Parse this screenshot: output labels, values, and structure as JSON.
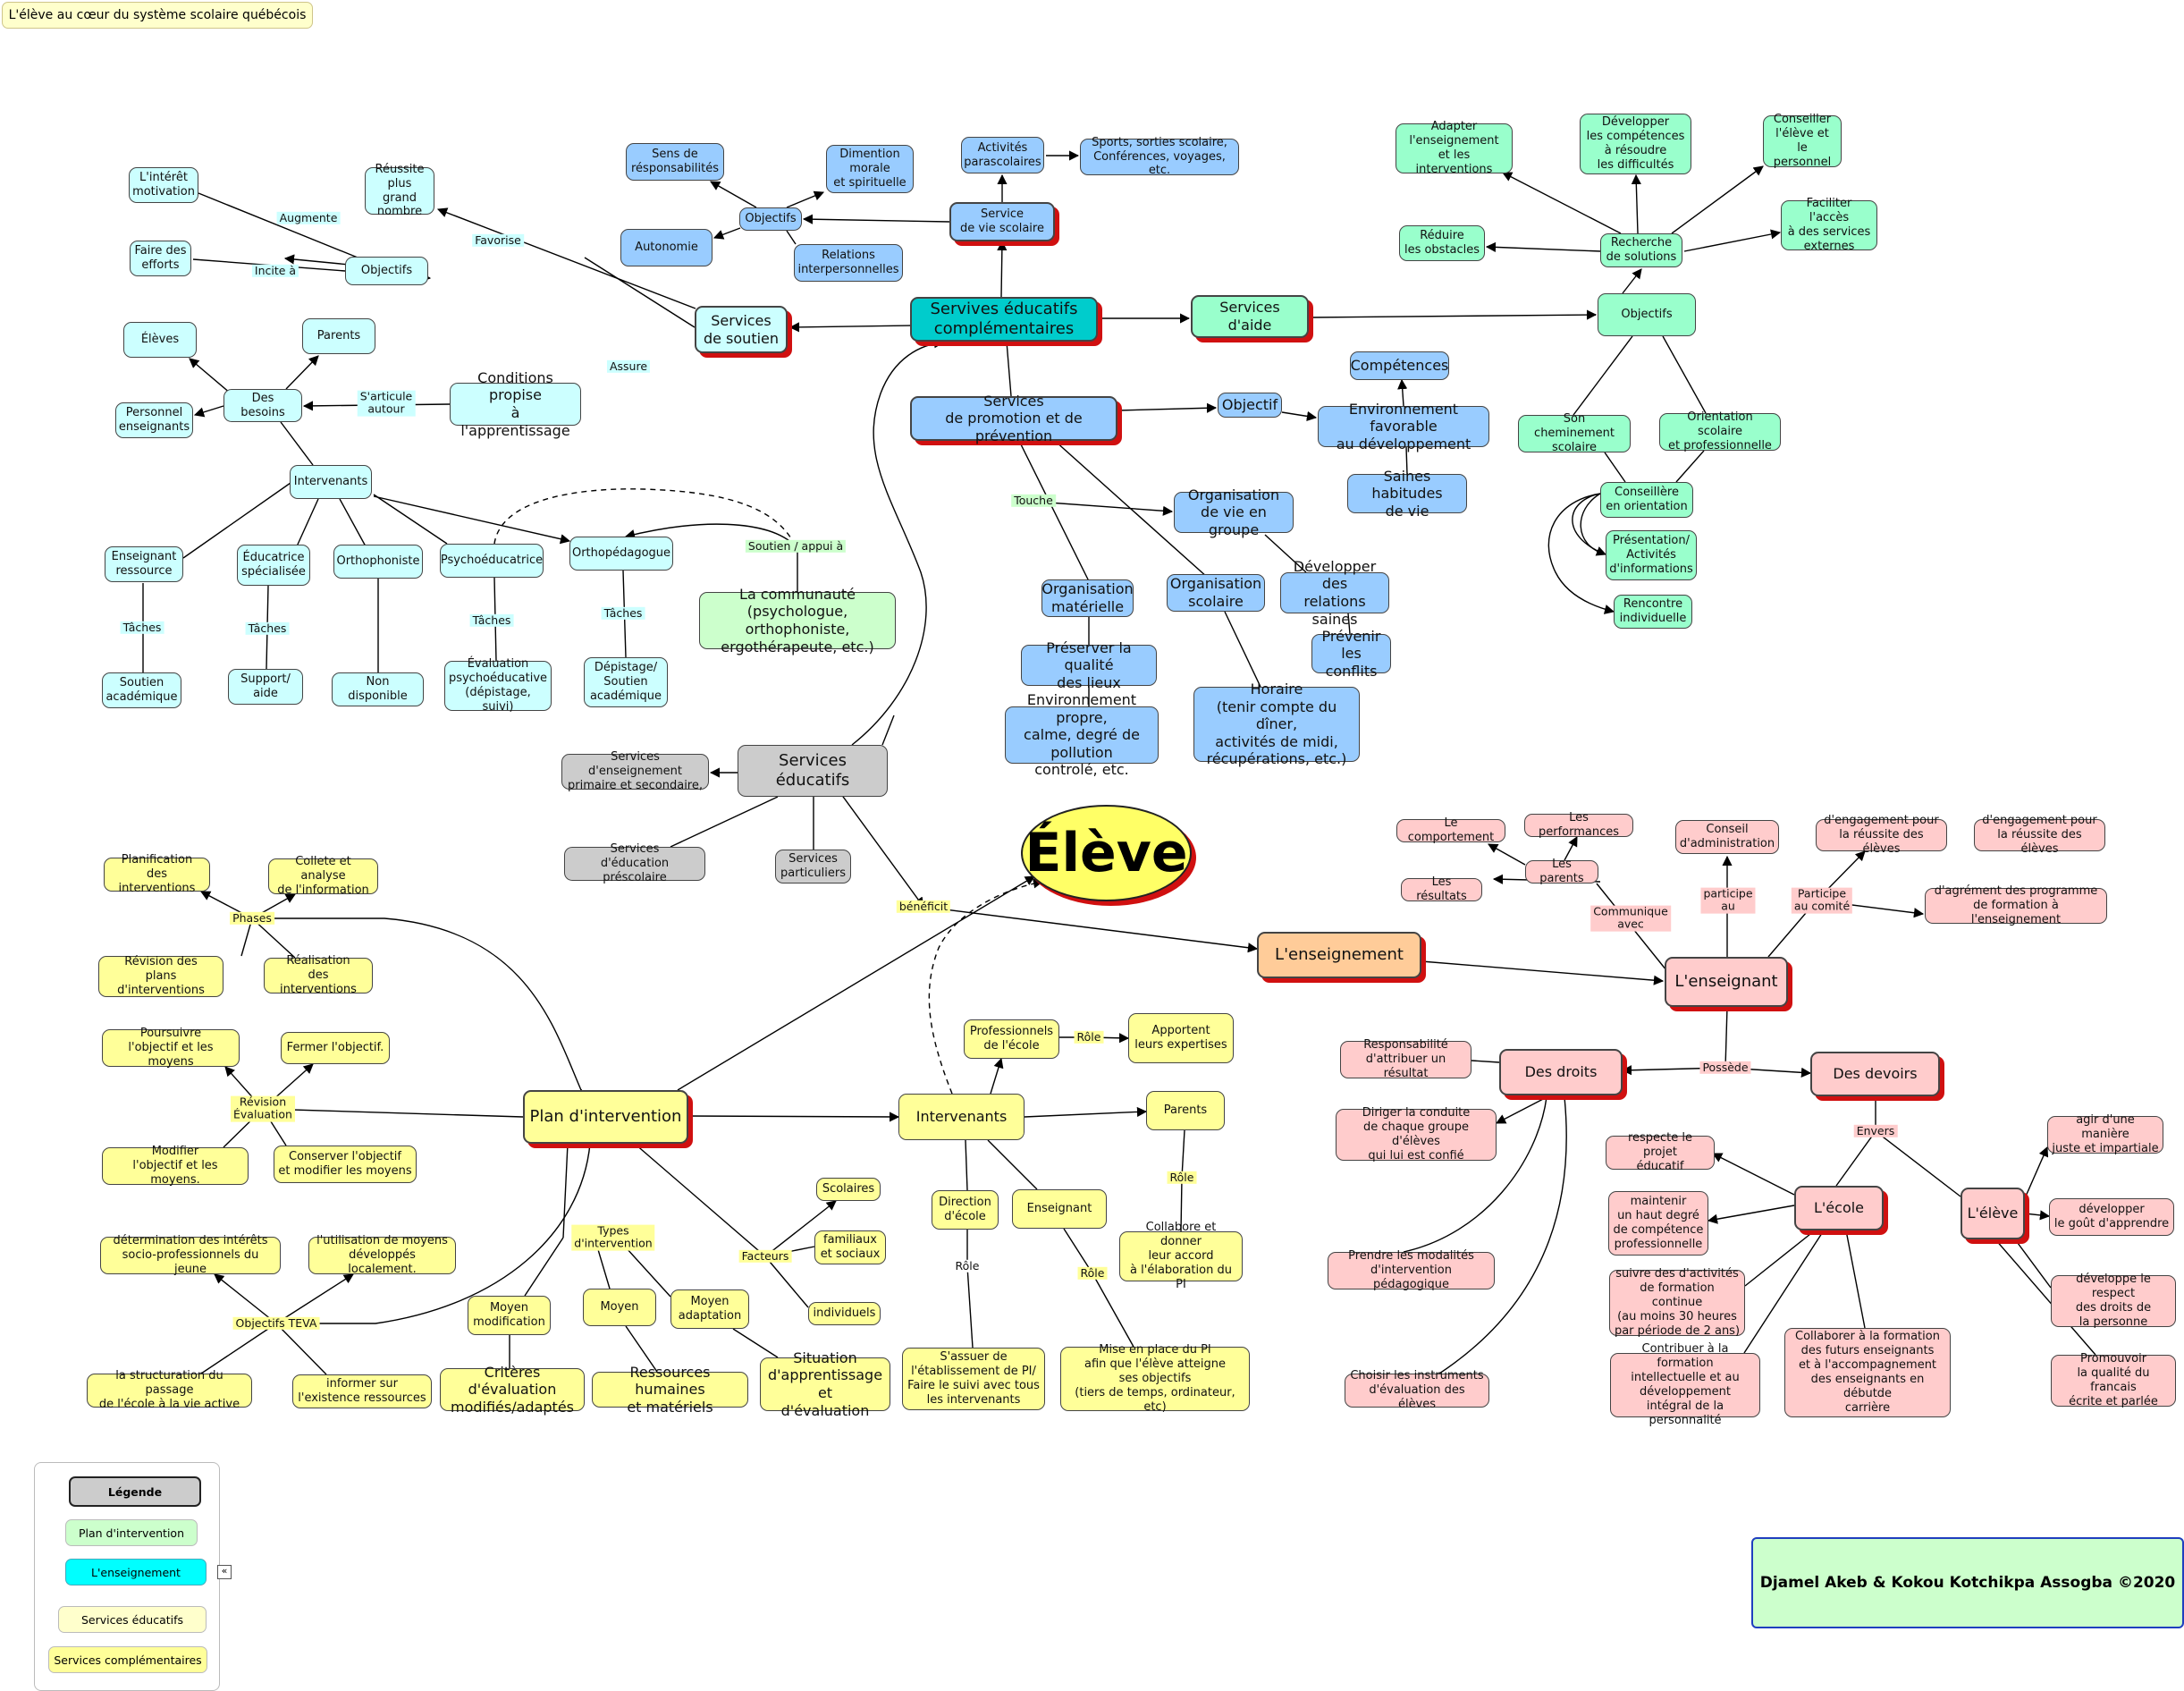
{
  "title": "L'élève au cœur du système scolaire québécois",
  "center": "Élève",
  "credits": "Djamel Akeb & Kokou Kotchikpa Assogba ©2020",
  "legend": {
    "title": "Légende",
    "items": [
      "Plan d'intervention",
      "L'enseignement",
      "Services éducatifs",
      "Services complémentaires"
    ],
    "collapse_symbol": "«"
  },
  "nodes": [
    {
      "id": "sec",
      "text": "Servives éducatifs\ncomplémentaires",
      "color": "teal"
    },
    {
      "id": "vie",
      "text": "Service\nde vie scolaire",
      "color": "blue"
    },
    {
      "id": "act",
      "text": "Activités\nparascolaires",
      "color": "blue"
    },
    {
      "id": "sports",
      "text": "Sports, sorties scolaire,\nConférences, voyages, etc.",
      "color": "blue"
    },
    {
      "id": "objv",
      "text": "Objectifs",
      "color": "blue"
    },
    {
      "id": "sens",
      "text": "Sens de\nrésponsabilités",
      "color": "blue"
    },
    {
      "id": "dim",
      "text": "Dimention\nmorale\net spirituelle",
      "color": "blue"
    },
    {
      "id": "auto",
      "text": "Autonomie",
      "color": "blue"
    },
    {
      "id": "rel",
      "text": "Relations\ninterpersonnelles",
      "color": "blue"
    },
    {
      "id": "aide",
      "text": "Services\nd'aide",
      "color": "mint"
    },
    {
      "id": "obja",
      "text": "Objectifs",
      "color": "mint"
    },
    {
      "id": "rech",
      "text": "Recherche\nde solutions",
      "color": "mint"
    },
    {
      "id": "adapt",
      "text": "Adapter\nl'enseignement\net les interventions",
      "color": "mint"
    },
    {
      "id": "devc",
      "text": "Développer\nles compétences\nà résoudre\nles difficultés",
      "color": "mint"
    },
    {
      "id": "cons",
      "text": "Conseiller\nl'élève et\nle personnel",
      "color": "mint"
    },
    {
      "id": "fac",
      "text": "Faciliter l'accès\nà des services\nexternes",
      "color": "mint"
    },
    {
      "id": "red",
      "text": "Réduire\nles obstacles",
      "color": "mint"
    },
    {
      "id": "chem",
      "text": "Son cheminement\nscolaire",
      "color": "mint"
    },
    {
      "id": "orient",
      "text": "Orientation scolaire\net professionnelle",
      "color": "mint"
    },
    {
      "id": "consor",
      "text": "Conseillère\nen orientation",
      "color": "mint"
    },
    {
      "id": "pres",
      "text": "Présentation/\nActivités\nd'informations",
      "color": "mint"
    },
    {
      "id": "renc",
      "text": "Rencontre\nindividuelle",
      "color": "mint"
    },
    {
      "id": "prom",
      "text": "Services\nde promotion et de prévention",
      "color": "blue"
    },
    {
      "id": "objp",
      "text": "Objectif",
      "color": "blue"
    },
    {
      "id": "env",
      "text": "Environnement favorable\nau développement",
      "color": "blue"
    },
    {
      "id": "comp",
      "text": "Compétences",
      "color": "blue"
    },
    {
      "id": "saines",
      "text": "Saines habitudes\nde vie",
      "color": "blue"
    },
    {
      "id": "orgvie",
      "text": "Organisation\nde vie en groupe",
      "color": "blue"
    },
    {
      "id": "devrel",
      "text": "Développer des\nrelations saines",
      "color": "blue"
    },
    {
      "id": "prev",
      "text": "Prévenir\nles conflits",
      "color": "blue"
    },
    {
      "id": "orgmat",
      "text": "Organisation\nmatérielle",
      "color": "blue"
    },
    {
      "id": "orgsco",
      "text": "Organisation\nscolaire",
      "color": "blue"
    },
    {
      "id": "pres2",
      "text": "Préserver la qualité\ndes lieux",
      "color": "blue"
    },
    {
      "id": "envp",
      "text": "Environnement propre,\ncalme, degré de pollution\ncontrolé, etc.",
      "color": "blue"
    },
    {
      "id": "hor",
      "text": "Horaire\n(tenir compte du dîner,\nactivités de midi,\nrécupérations, etc.)",
      "color": "blue"
    },
    {
      "id": "sout",
      "text": "Services\nde soutien",
      "color": "cyan"
    },
    {
      "id": "objs",
      "text": "Objectifs",
      "color": "cyan"
    },
    {
      "id": "reus",
      "text": "Réussite\nplus grand\nnombre",
      "color": "cyan"
    },
    {
      "id": "inter",
      "text": "L'intérêt\nmotivation",
      "color": "cyan"
    },
    {
      "id": "faire",
      "text": "Faire des\nefforts",
      "color": "cyan"
    },
    {
      "id": "cond",
      "text": "Conditions propise\nà l'apprentissage",
      "color": "cyan"
    },
    {
      "id": "bes",
      "text": "Des besoins",
      "color": "cyan"
    },
    {
      "id": "elev",
      "text": "Élèves",
      "color": "cyan"
    },
    {
      "id": "par",
      "text": "Parents",
      "color": "cyan"
    },
    {
      "id": "pers",
      "text": "Personnel\nenseignants",
      "color": "cyan"
    },
    {
      "id": "intv",
      "text": "Intervenants",
      "color": "cyan"
    },
    {
      "id": "ensr",
      "text": "Enseignant\nressource",
      "color": "cyan"
    },
    {
      "id": "educ",
      "text": "Éducatrice\nspécialisée",
      "color": "cyan"
    },
    {
      "id": "ortho",
      "text": "Orthophoniste",
      "color": "cyan"
    },
    {
      "id": "psy",
      "text": "Psychoéducatrice",
      "color": "cyan"
    },
    {
      "id": "orthp",
      "text": "Orthopédagogue",
      "color": "cyan"
    },
    {
      "id": "souta",
      "text": "Soutien\nacadémique",
      "color": "cyan"
    },
    {
      "id": "supp",
      "text": "Support/\naide",
      "color": "cyan"
    },
    {
      "id": "nondisp",
      "text": "Non disponible",
      "color": "cyan"
    },
    {
      "id": "evalp",
      "text": "Évaluation\npsychoéducative\n(dépistage, suivi)",
      "color": "cyan"
    },
    {
      "id": "dep",
      "text": "Dépistage/\nSoutien\nacadémique",
      "color": "cyan"
    },
    {
      "id": "comm",
      "text": "La communauté\n(psychologue, orthophoniste,\nergothérapeute, etc.)",
      "color": "lgreen"
    },
    {
      "id": "sed",
      "text": "Services éducatifs",
      "color": "gray"
    },
    {
      "id": "seps",
      "text": "Services d'enseignement\nprimaire et secondaire,",
      "color": "gray"
    },
    {
      "id": "sepre",
      "text": "Services\nd'éducation préscolaire",
      "color": "gray"
    },
    {
      "id": "spart",
      "text": "Services\nparticuliers",
      "color": "gray"
    },
    {
      "id": "ensmt",
      "text": "L'enseignement",
      "color": "peach"
    },
    {
      "id": "ensgt",
      "text": "L'enseignant",
      "color": "pink"
    },
    {
      "id": "parents2",
      "text": "Les parents",
      "color": "pink"
    },
    {
      "id": "compo",
      "text": "Le comportement",
      "color": "pink"
    },
    {
      "id": "perf",
      "text": "Les performances",
      "color": "pink"
    },
    {
      "id": "resu",
      "text": "Les résultats",
      "color": "pink"
    },
    {
      "id": "conad",
      "text": "Conseil\nd'administration",
      "color": "pink"
    },
    {
      "id": "eng1",
      "text": "d'engagement pour\nla réussite des élèves",
      "color": "pink"
    },
    {
      "id": "eng2",
      "text": "d'engagement pour\nla réussite des élèves",
      "color": "pink"
    },
    {
      "id": "agr",
      "text": "d'agrément des programme\nde formation à l'enseignement",
      "color": "pink"
    },
    {
      "id": "droits",
      "text": "Des droits",
      "color": "pink"
    },
    {
      "id": "devoirs",
      "text": "Des devoirs",
      "color": "pink"
    },
    {
      "id": "resp",
      "text": "Responsabilité\nd'attribuer un résultat",
      "color": "pink"
    },
    {
      "id": "dirig",
      "text": "Diriger la conduite\nde chaque groupe d'élèves\nqui lui est confié",
      "color": "pink"
    },
    {
      "id": "modal",
      "text": "Prendre les modalités\nd'intervention pédagogique",
      "color": "pink"
    },
    {
      "id": "instr",
      "text": "Choisir les instruments\nd'évaluation des élèves",
      "color": "pink"
    },
    {
      "id": "ecole",
      "text": "L'école",
      "color": "pink"
    },
    {
      "id": "eleve3",
      "text": "L'élève",
      "color": "pink"
    },
    {
      "id": "respp",
      "text": "respecte le projet\néducatif",
      "color": "pink"
    },
    {
      "id": "maint",
      "text": "maintenir\nun haut degré\nde compétence\nprofessionnelle",
      "color": "pink"
    },
    {
      "id": "suivre",
      "text": "suivre des d'activités\nde formation continue\n(au moins 30 heures\npar période de 2 ans)",
      "color": "pink"
    },
    {
      "id": "contr",
      "text": "Contribuer à la formation\nintellectuelle et au\ndéveloppement\nintégral de la personnalité",
      "color": "pink"
    },
    {
      "id": "collab",
      "text": "Collaborer à la formation\ndes futurs enseignants\net à l'accompagnement\ndes enseignants en débutde\ncarrière",
      "color": "pink"
    },
    {
      "id": "agir",
      "text": "agir d'une manière\njuste et impartiale",
      "color": "pink"
    },
    {
      "id": "devg",
      "text": "développer\nle goût d'apprendre",
      "color": "pink"
    },
    {
      "id": "devr",
      "text": "développe le respect\ndes droits de\nla personne",
      "color": "pink"
    },
    {
      "id": "promq",
      "text": "Promouvoir\nla qualité du francais\nécrite et parlée",
      "color": "pink"
    },
    {
      "id": "plan",
      "text": "Plan d'intervention",
      "color": "yellow"
    },
    {
      "id": "planif",
      "text": "Planification\ndes interventions",
      "color": "yellow"
    },
    {
      "id": "coll",
      "text": "Collete et analyse\nde l'information",
      "color": "yellow"
    },
    {
      "id": "revp",
      "text": "Révision des\nplans d'interventions",
      "color": "yellow"
    },
    {
      "id": "real",
      "text": "Réalisation\ndes interventions",
      "color": "yellow"
    },
    {
      "id": "pours",
      "text": "Poursuivre\nl'objectif et les moyens",
      "color": "yellow"
    },
    {
      "id": "ferm",
      "text": "Fermer l'objectif.",
      "color": "yellow"
    },
    {
      "id": "modif",
      "text": "Modifier\nl'objectif et les moyens.",
      "color": "yellow"
    },
    {
      "id": "conserv",
      "text": "Conserver l'objectif\net modifier les moyens",
      "color": "yellow"
    },
    {
      "id": "deter",
      "text": "détermination des intérêts\nsocio-professionnels du jeune",
      "color": "yellow"
    },
    {
      "id": "util",
      "text": "l'utilisation de moyens\ndéveloppés localement.",
      "color": "yellow"
    },
    {
      "id": "struct",
      "text": "la structuration du passage\nde l'école à la vie active",
      "color": "yellow"
    },
    {
      "id": "inform",
      "text": "informer sur\nl'existence ressources",
      "color": "yellow"
    },
    {
      "id": "mmod",
      "text": "Moyen\nmodification",
      "color": "yellow"
    },
    {
      "id": "moy",
      "text": "Moyen",
      "color": "yellow"
    },
    {
      "id": "mada",
      "text": "Moyen\nadaptation",
      "color": "yellow"
    },
    {
      "id": "crit",
      "text": "Critères d'évaluation\nmodifiés/adaptés",
      "color": "yellow"
    },
    {
      "id": "ress",
      "text": "Ressources humaines\net matériels",
      "color": "yellow"
    },
    {
      "id": "sit",
      "text": "Situation\nd'apprentissage et\nd'évaluation",
      "color": "yellow"
    },
    {
      "id": "scol",
      "text": "Scolaires",
      "color": "yellow"
    },
    {
      "id": "fam",
      "text": "familiaux\net sociaux",
      "color": "yellow"
    },
    {
      "id": "indiv",
      "text": "individuels",
      "color": "yellow"
    },
    {
      "id": "intv2",
      "text": "Intervenants",
      "color": "yellow"
    },
    {
      "id": "prof",
      "text": "Professionnels\nde l'école",
      "color": "yellow"
    },
    {
      "id": "appor",
      "text": "Apportent\nleurs expertises",
      "color": "yellow"
    },
    {
      "id": "parents3",
      "text": "Parents",
      "color": "yellow"
    },
    {
      "id": "dir",
      "text": "Direction\nd'école",
      "color": "yellow"
    },
    {
      "id": "ensg2",
      "text": "Enseignant",
      "color": "yellow"
    },
    {
      "id": "collabo",
      "text": "Collabore et donner\nleur accord\nà l'élaboration du PI",
      "color": "yellow"
    },
    {
      "id": "assur",
      "text": "S'assuer de\nl'établissement de PI/\nFaire le suivi avec tous\nles intervenants",
      "color": "yellow"
    },
    {
      "id": "mise",
      "text": "Mise en place du PI\nafin que l'élève atteigne\nses objectifs\n(tiers de temps, ordinateur, etc)",
      "color": "yellow"
    }
  ],
  "labels": [
    {
      "id": "augm",
      "text": "Augmente",
      "color": "cyan"
    },
    {
      "id": "incite",
      "text": "Incite à",
      "color": "cyan"
    },
    {
      "id": "favor",
      "text": "Favorise",
      "color": "cyan"
    },
    {
      "id": "assure",
      "text": "Assure",
      "color": "cyan"
    },
    {
      "id": "sartic",
      "text": "S'articule\nautour",
      "color": "cyan"
    },
    {
      "id": "tach1",
      "text": "Tâches",
      "color": "cyan"
    },
    {
      "id": "tach2",
      "text": "Tâches",
      "color": "cyan"
    },
    {
      "id": "tach3",
      "text": "Tâches",
      "color": "cyan"
    },
    {
      "id": "tach4",
      "text": "Tâches",
      "color": "cyan"
    },
    {
      "id": "soutap",
      "text": "Soutien / appui à",
      "color": "lgreen"
    },
    {
      "id": "touche",
      "text": "Touche",
      "color": "lgreen"
    },
    {
      "id": "benef",
      "text": "bénéficit",
      "color": "yellow"
    },
    {
      "id": "phases",
      "text": "Phases",
      "color": "yellow"
    },
    {
      "id": "reveval",
      "text": "Révision\nÉvaluation",
      "color": "yellow"
    },
    {
      "id": "objteva",
      "text": "Objectifs TEVA",
      "color": "yellow"
    },
    {
      "id": "types",
      "text": "Types\nd'intervention",
      "color": "yellow"
    },
    {
      "id": "facteurs",
      "text": "Facteurs",
      "color": "yellow"
    },
    {
      "id": "role1",
      "text": "Rôle",
      "color": "yellow"
    },
    {
      "id": "role2",
      "text": "Rôle",
      "color": "yellow"
    },
    {
      "id": "role3",
      "text": "Rôle",
      "color": "white"
    },
    {
      "id": "role4",
      "text": "Rôle",
      "color": "yellow"
    },
    {
      "id": "commav",
      "text": "Communique\navec",
      "color": "pink"
    },
    {
      "id": "partau",
      "text": "participe\nau",
      "color": "pink"
    },
    {
      "id": "partcom",
      "text": "Participe\nau comité",
      "color": "pink"
    },
    {
      "id": "possede",
      "text": "Possède",
      "color": "pink"
    },
    {
      "id": "envers",
      "text": "Envers",
      "color": "pink"
    }
  ],
  "colors": {
    "blue": "#99ccff",
    "teal": "#00cccc",
    "mint": "#99ffcc",
    "cyan": "#ccffff",
    "light_green": "#ccffcc",
    "gray": "#cccccc",
    "yellow": "#ffff99",
    "peach": "#ffcc99",
    "pink": "#ffcccc",
    "shadow": "#d01010"
  }
}
